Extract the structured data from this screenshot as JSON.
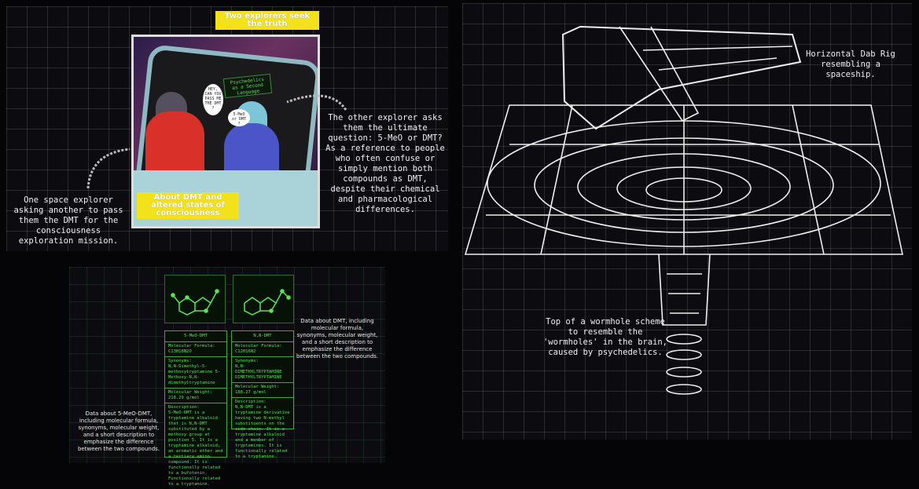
{
  "comic_panel": {
    "title": "Two explorers seek the truth",
    "subtitle": "About DMT and altered states of consciousness",
    "screen_text": "Psychedelics as a Second Language",
    "bubble_1": "HEY, CAN YOU PASS ME THE DMT ?",
    "bubble_2": "5-MeO or DMT ?",
    "caption_left": "One space explorer asking another to pass them the DMT for the consciousness exploration mission.",
    "caption_right": "The other explorer asks them the ultimate question: 5-MeO or DMT? As a reference to people who often confuse or simply mention both compounds as DMT, despite their chemical and pharmacological differences."
  },
  "compounds_panel": {
    "cards": [
      {
        "name": "5-MeO-DMT",
        "formula_label": "Molecular Formula:",
        "formula": "C13H18N2O",
        "synonyms_label": "Synonyms:",
        "synonyms": "N,N-Dimethyl-5-methoxytryptamine 5-Methoxy-N,N-dimethyltryptamine",
        "weight_label": "Molecular Weight:",
        "weight": "218.29 g/mol",
        "description_label": "Description:",
        "description": "5-MeO-DMT is a tryptamine alkaloid that is N,N-DMT substituted by a methoxy group at position 5. It is a tryptamine alkaloid, an aromatic ether and a tertiary amino compound. It is functionally related to a bufotenin. Functionally related to a tryptamine."
      },
      {
        "name": "N,N-DMT",
        "formula_label": "Molecular Formula:",
        "formula": "C12H16N2",
        "synonyms_label": "Synonyms:",
        "synonyms": "N,N-DIMETHYLTRYPTAMINE DIMETHYLTRYPTAMINE",
        "weight_label": "Molecular Weight:",
        "weight": "188.27 g/mol",
        "description_label": "Description:",
        "description": "N,N-DMT is a tryptamine derivative having two N-methyl substituents on the side-chain. It is a tryptamine alkaloid and a member of tryptamines. It is functionally related to a tryptamine."
      }
    ],
    "caption_left": "Data about 5-MeO-DMT, including molecular formula, synonyms, molecular weight, and a short description to emphasize the difference between the two compounds.",
    "caption_right": "Data about DMT, including molecular formula, synonyms, molecular weight, and a short description to emphasize the difference between the two compounds."
  },
  "wormhole_panel": {
    "caption_rig": "Horizontal Dab Rig resembling a spaceship.",
    "caption_wormhole": "Top of a wormhole scheme to resemble the 'wormholes' in the brain, caused by psychedelics."
  }
}
